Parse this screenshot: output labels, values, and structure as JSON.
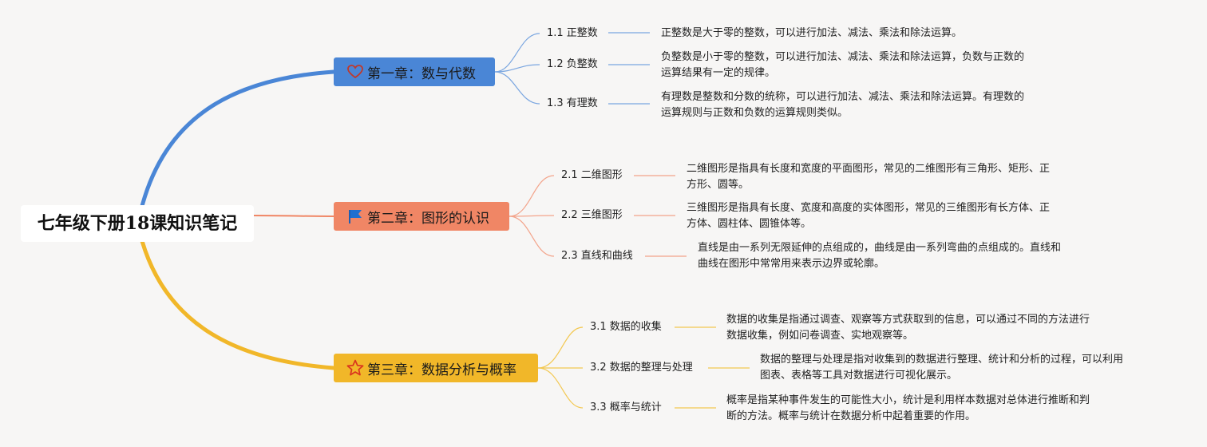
{
  "root": {
    "title": "七年级下册18课知识笔记"
  },
  "chapters": [
    {
      "title": "第一章：数与代数",
      "icon": "heart-icon",
      "color": "#4a86d6",
      "topics": [
        {
          "label": "1.1 正整数",
          "desc_lines": [
            "正整数是大于零的整数，可以进行加法、减法、乘法和除法运算。"
          ]
        },
        {
          "label": "1.2 负整数",
          "desc_lines": [
            "负整数是小于零的整数，可以进行加法、减法、乘法和除法运算，负数与正数的",
            "运算结果有一定的规律。"
          ]
        },
        {
          "label": "1.3 有理数",
          "desc_lines": [
            "有理数是整数和分数的统称，可以进行加法、减法、乘法和除法运算。有理数的",
            "运算规则与正数和负数的运算规则类似。"
          ]
        }
      ]
    },
    {
      "title": "第二章：图形的认识",
      "icon": "flag-icon",
      "color": "#f08665",
      "topics": [
        {
          "label": "2.1 二维图形",
          "desc_lines": [
            "二维图形是指具有长度和宽度的平面图形，常见的二维图形有三角形、矩形、正",
            "方形、圆等。"
          ]
        },
        {
          "label": "2.2 三维图形",
          "desc_lines": [
            "三维图形是指具有长度、宽度和高度的实体图形，常见的三维图形有长方体、正",
            "方体、圆柱体、圆锥体等。"
          ]
        },
        {
          "label": "2.3 直线和曲线",
          "desc_lines": [
            "直线是由一系列无限延伸的点组成的，曲线是由一系列弯曲的点组成的。直线和",
            "曲线在图形中常常用来表示边界或轮廓。"
          ]
        }
      ]
    },
    {
      "title": "第三章：数据分析与概率",
      "icon": "star-icon",
      "color": "#f1b729",
      "topics": [
        {
          "label": "3.1 数据的收集",
          "desc_lines": [
            "数据的收集是指通过调查、观察等方式获取到的信息，可以通过不同的方法进行",
            "数据收集，例如问卷调查、实地观察等。"
          ]
        },
        {
          "label": "3.2 数据的整理与处理",
          "desc_lines": [
            "数据的整理与处理是指对收集到的数据进行整理、统计和分析的过程，可以利用",
            "图表、表格等工具对数据进行可视化展示。"
          ]
        },
        {
          "label": "3.3 概率与统计",
          "desc_lines": [
            "概率是指某种事件发生的可能性大小，统计是利用样本数据对总体进行推断和判",
            "断的方法。概率与统计在数据分析中起着重要的作用。"
          ]
        }
      ]
    }
  ]
}
